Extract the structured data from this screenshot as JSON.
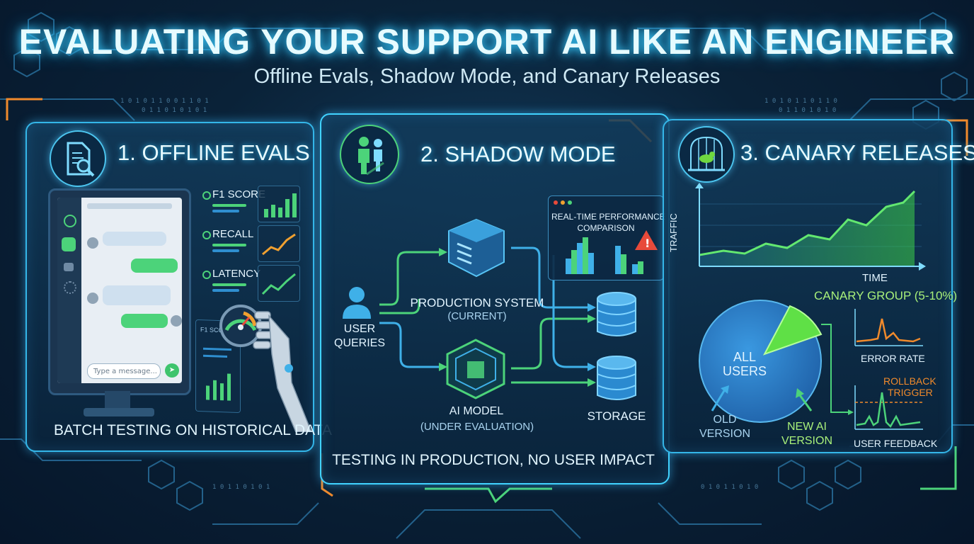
{
  "header": {
    "title": "EVALUATING YOUR SUPPORT AI LIKE AN ENGINEER",
    "subtitle": "Offline Evals, Shadow Mode, and Canary Releases"
  },
  "colors": {
    "accent_cyan": "#34b6e8",
    "accent_green": "#4cd37a",
    "accent_orange": "#f08a2c",
    "alert_red": "#e84a3a"
  },
  "panels": {
    "offline": {
      "title": "1. OFFLINE EVALS",
      "icon": "document-search-icon",
      "chat_placeholder": "Type a message...",
      "metrics": [
        "F1 SCORE",
        "RECALL",
        "LATENCY"
      ],
      "tablet_label": "F1 SCORE",
      "caption": "BATCH TESTING ON HISTORICAL DATA"
    },
    "shadow": {
      "title": "2. SHADOW MODE",
      "icon": "people-shadow-icon",
      "user_label_1": "USER",
      "user_label_2": "QUERIES",
      "production_label": "PRODUCTION SYSTEM",
      "production_sub": "(CURRENT)",
      "model_label": "AI MODEL",
      "model_sub": "(UNDER EVALUATION)",
      "storage_label": "STORAGE",
      "comparison_title_1": "REAL-TIME PERFORMANCE",
      "comparison_title_2": "COMPARISON",
      "caption": "TESTING IN PRODUCTION, NO USER IMPACT"
    },
    "canary": {
      "title": "3. CANARY RELEASES",
      "icon": "bird-cage-icon",
      "traffic_label": "TRAFFIC",
      "time_label": "TIME",
      "canary_group_label": "CANARY GROUP (5-10%)",
      "all_users_1": "ALL",
      "all_users_2": "USERS",
      "old_version_1": "OLD",
      "old_version_2": "VERSION",
      "new_version_1": "NEW AI",
      "new_version_2": "VERSION",
      "error_rate_label": "ERROR RATE",
      "rollback_1": "ROLLBACK",
      "rollback_2": "TRIGGER",
      "user_feedback_label": "USER FEEDBACK"
    }
  }
}
